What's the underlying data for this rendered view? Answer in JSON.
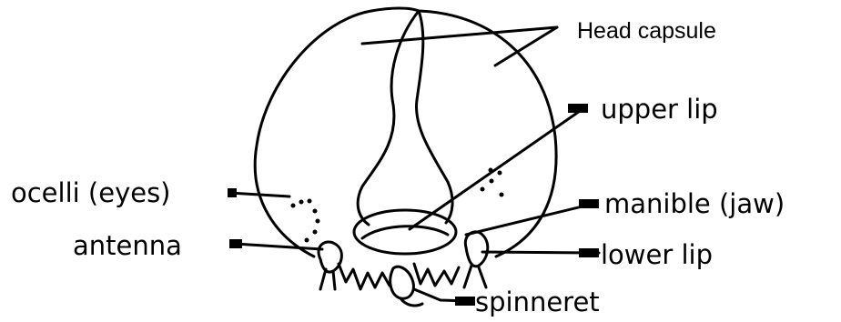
{
  "labels": {
    "head_capsule": "Head capsule",
    "upper_lip": "upper lip",
    "ocelli": "ocelli (eyes)",
    "mandible": "manible (jaw)",
    "antenna": "antenna",
    "lower_lip": "lower lip",
    "spinneret": "spinneret"
  },
  "colors": {
    "stroke": "#000000",
    "background": "#ffffff"
  }
}
